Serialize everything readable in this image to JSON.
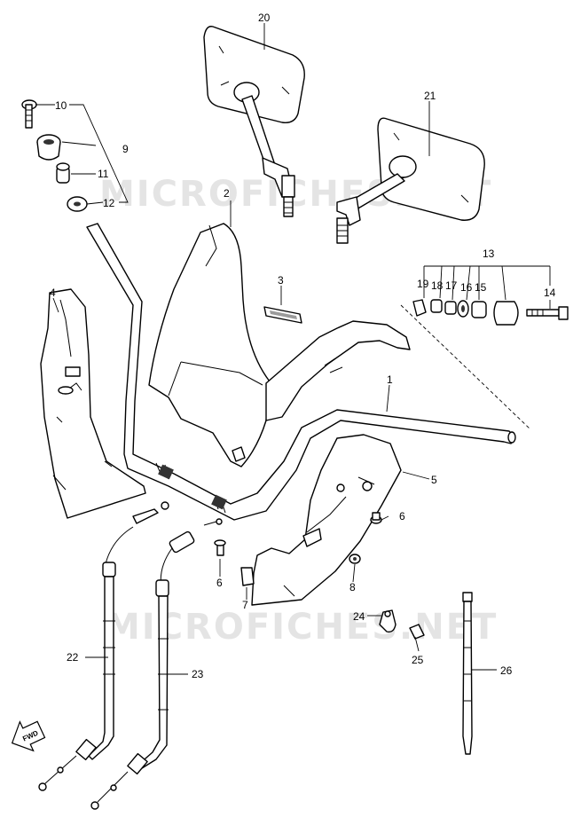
{
  "watermark": "MICROFICHES.NET",
  "fwd_label": "FWD",
  "callouts": {
    "c1": "1",
    "c2": "2",
    "c3": "3",
    "c4": "4",
    "c5": "5",
    "c6a": "6",
    "c6b": "6",
    "c7": "7",
    "c8": "8",
    "c9": "9",
    "c10": "10",
    "c11": "11",
    "c12": "12",
    "c13": "13",
    "c14": "14",
    "c15": "15",
    "c16": "16",
    "c17": "17",
    "c18": "18",
    "c19": "19",
    "c20": "20",
    "c21": "21",
    "c22": "22",
    "c23": "23",
    "c24": "24",
    "c25": "25",
    "c26": "26"
  }
}
